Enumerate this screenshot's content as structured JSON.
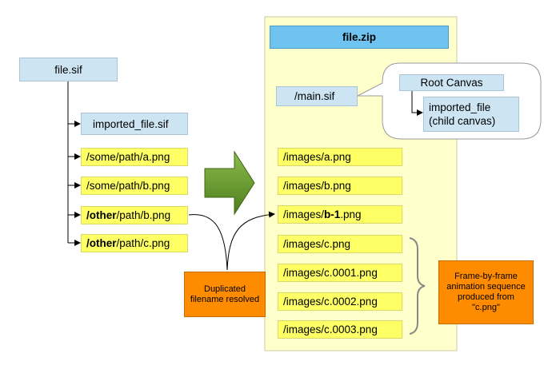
{
  "left": {
    "root_label": "file.sif",
    "items": [
      {
        "plain": "imported_file.sif"
      },
      {
        "plain": "/some/path/a.png"
      },
      {
        "plain": "/some/path/b.png"
      },
      {
        "bold": "/other",
        "plain": "/path/b.png"
      },
      {
        "bold": "/other",
        "plain": "/path/c.png"
      }
    ]
  },
  "zip": {
    "title": "file.zip",
    "main_label": "/main.sif",
    "bubble": {
      "root_canvas": "Root Canvas",
      "child_line1": "imported_file",
      "child_line2": "(child canvas)"
    },
    "items": [
      {
        "pre": "/images/a.png"
      },
      {
        "pre": "/images/b.png"
      },
      {
        "pre": "/images/",
        "bold": "b-1",
        "post": ".png"
      },
      {
        "pre": "/images/c.png"
      },
      {
        "pre": "/images/c.0001.png"
      },
      {
        "pre": "/images/c.0002.png"
      },
      {
        "pre": "/images/c.0003.png"
      }
    ]
  },
  "notes": {
    "duplicated_line1": "Duplicated",
    "duplicated_line2": "filename resolved",
    "frame_line1": "Frame-by-frame",
    "frame_line2": "animation sequence",
    "frame_line3": "produced from",
    "frame_line4": "\"c.png\""
  },
  "colors": {
    "blue_box": "#cde5f3",
    "yellow_box": "#ffff66",
    "zip_bg": "#ffffcc",
    "orange": "#ff8c00",
    "arrow_green": "#6a9a2e"
  }
}
